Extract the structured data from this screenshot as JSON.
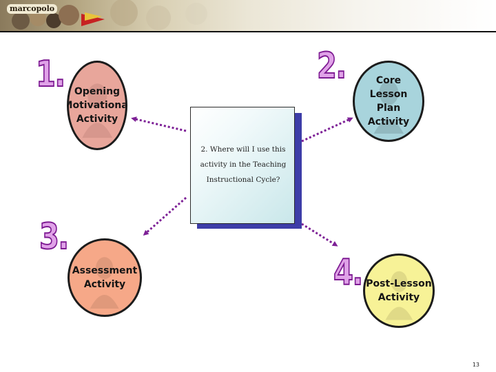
{
  "header": {
    "logo": "marcopolo"
  },
  "steps": [
    {
      "number": "1.",
      "label": "Opening\nMotivational\nActivity",
      "color": "#e8a69b"
    },
    {
      "number": "2.",
      "label": "Core\nLesson\nPlan\nActivity",
      "color": "#a8d4dc"
    },
    {
      "number": "3.",
      "label": "Assessment\nActivity",
      "color": "#f6a888"
    },
    {
      "number": "4.",
      "label": "Post-Lesson\nActivity",
      "color": "#f7f297"
    }
  ],
  "center_card": {
    "text": "2.  Where will I use this activity in the Teaching Instructional Cycle?"
  },
  "page_number": "13",
  "colors": {
    "number_fill": "#e0a2e8",
    "number_stroke": "#7d1a92",
    "arrow": "#7d2096",
    "card_shadow": "#3d3da8"
  }
}
